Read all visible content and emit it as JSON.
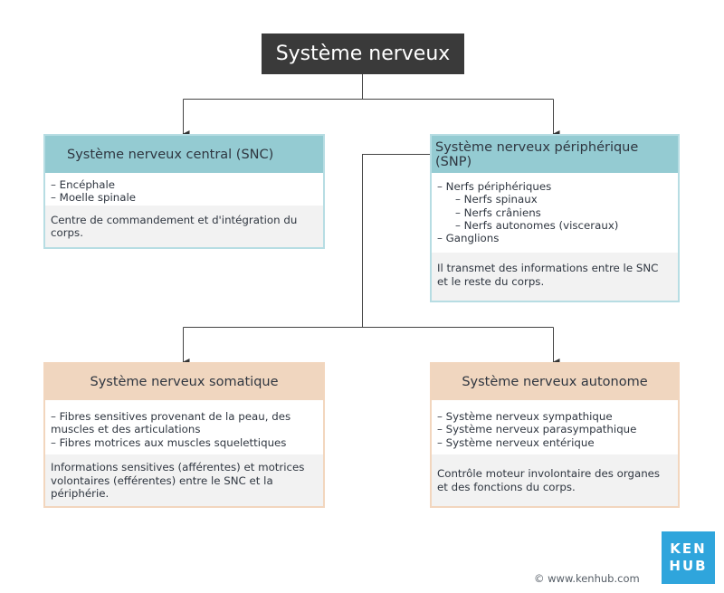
{
  "root": {
    "title": "Système nerveux"
  },
  "snc": {
    "title": "Système nerveux central (SNC)",
    "items": [
      "– Encéphale",
      "– Moelle spinale"
    ],
    "description": "Centre de commandement et d'intégration du corps."
  },
  "snp": {
    "title": "Système nerveux périphérique (SNP)",
    "items": [
      "– Nerfs périphériques",
      "– Nerfs spinaux",
      "– Nerfs crâniens",
      "– Nerfs autonomes (visceraux)",
      "– Ganglions"
    ],
    "description_line1": "Il transmet des informations entre le SNC",
    "description_line2": "et le reste du corps."
  },
  "somatic": {
    "title": "Système nerveux somatique",
    "items": [
      "– Fibres sensitives provenant de la peau, des",
      "muscles et des articulations",
      "– Fibres motrices aux muscles squelettiques"
    ],
    "description_line1": "Informations sensitives (afférentes) et motrices",
    "description_line2": "volontaires (efférentes) entre le SNC et la",
    "description_line3": "périphérie."
  },
  "autonomic": {
    "title": "Système nerveux autonome",
    "items": [
      "– Système nerveux sympathique",
      "– Système nerveux parasympathique",
      "– Système nerveux entérique"
    ],
    "description_line1": "Contrôle moteur involontaire des organes",
    "description_line2": "et des fonctions du corps."
  },
  "footer": {
    "copyright": "© www.kenhub.com",
    "logo_line1": "KEN",
    "logo_line2": "HUB"
  }
}
